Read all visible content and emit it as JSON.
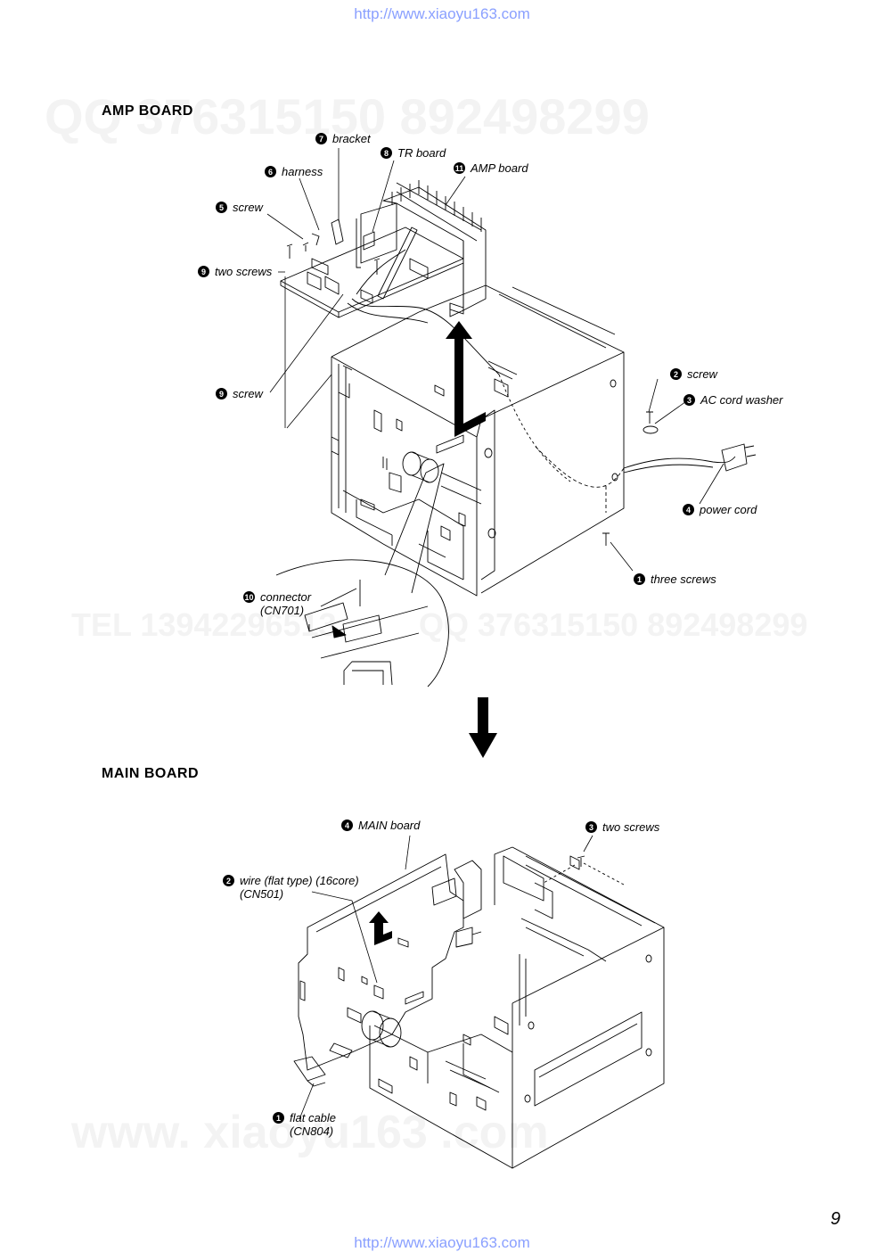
{
  "header_url": "http://www.xiaoyu163.com",
  "footer_url": "http://www.xiaoyu163.com",
  "page_number": "9",
  "watermarks": {
    "qq": "QQ 376315150   892498299",
    "tel": "TEL 13942296513",
    "qq2": "QQ 376315150  892498299",
    "www": "www. xiaoyu163 .com"
  },
  "amp": {
    "title": "AMP  BOARD",
    "labels": {
      "bracket": {
        "num": "7",
        "text": "bracket"
      },
      "tr_board": {
        "num": "8",
        "text": "TR board"
      },
      "amp_board": {
        "num": "11",
        "text": "AMP board"
      },
      "harness": {
        "num": "6",
        "text": "harness"
      },
      "screw5": {
        "num": "5",
        "text": "screw"
      },
      "two_screws": {
        "num": "9",
        "text": "two screws"
      },
      "screw9": {
        "num": "9",
        "text": "screw"
      },
      "screw2": {
        "num": "2",
        "text": "screw"
      },
      "ac_washer": {
        "num": "3",
        "text": "AC cord washer"
      },
      "power_cord": {
        "num": "4",
        "text": "power cord"
      },
      "three_screws": {
        "num": "1",
        "text": "three screws"
      },
      "connector": {
        "num": "10",
        "text": "connector",
        "sub": "(CN701)"
      }
    }
  },
  "main": {
    "title": "MAIN  BOARD",
    "labels": {
      "main_board": {
        "num": "4",
        "text": "MAIN board"
      },
      "two_screws": {
        "num": "3",
        "text": "two screws"
      },
      "wire": {
        "num": "2",
        "text": "wire (flat type) (16core)",
        "sub": "(CN501)"
      },
      "flat_cable": {
        "num": "1",
        "text": "flat cable",
        "sub": "(CN804)"
      }
    }
  }
}
